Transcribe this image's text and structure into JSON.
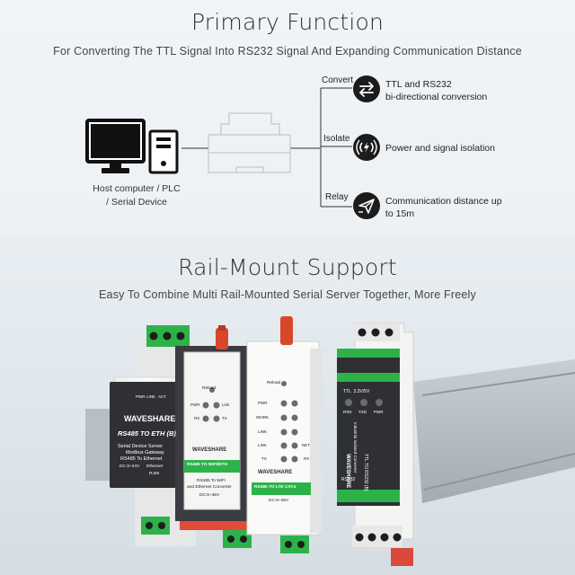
{
  "primary": {
    "title": "Primary Function",
    "subtitle": "For Converting The TTL Signal Into RS232 Signal And Expanding Communication Distance",
    "host_label_line1": "Host computer / PLC",
    "host_label_line2": "/ Serial Device",
    "branches": [
      {
        "label": "Convert",
        "icon": "bidirectional-arrows-icon",
        "text_line1": "TTL and RS232",
        "text_line2": "bi-directional conversion"
      },
      {
        "label": "Isolate",
        "icon": "isolation-signal-icon",
        "text_line1": "Power and signal isolation",
        "text_line2": ""
      },
      {
        "label": "Relay",
        "icon": "relay-send-icon",
        "text_line1": "Communication distance up",
        "text_line2": "to 15m"
      }
    ]
  },
  "rail": {
    "title": "Rail-Mount Support",
    "subtitle": "Easy To Combine Multi Rail-Mounted Serial Server Together, More Freely"
  },
  "devices": {
    "eth": {
      "brand": "WAVESHARE",
      "model": "RS485 TO ETH (B)",
      "line1": "Serial Device Server",
      "line2": "Modbus Gateway",
      "line3": "RS485 To Ethernet",
      "power": "DC 8~24V",
      "port": "Ethernet",
      "port2": "RJ45",
      "leds": [
        "PWR",
        "LINK",
        "ACT"
      ]
    },
    "wifi": {
      "brand": "WAVESHARE",
      "model": "RS485 TO WIFI/ETH",
      "reload": "Reload",
      "line1": "RS485 To WiFi",
      "line2": "and Ethernet Converter",
      "power": "DC:5~36V",
      "leds": [
        "PWR",
        "Link",
        "RX",
        "TX"
      ]
    },
    "lte": {
      "brand": "WAVESHARE",
      "model": "RS485 TO LTE CAT4",
      "reload": "Reload",
      "power": "DC:9~36V",
      "leds": [
        "PWR",
        "WORK",
        "LINK",
        "LINK",
        "TX",
        "RX"
      ],
      "net": "NET"
    },
    "ttl": {
      "brand": "WAVESHARE",
      "model": "TTL TO RS232 (B)",
      "desc": "Industrial Isolated Converter",
      "header": "TTL  3.3V/5V",
      "leds": [
        "RXD",
        "TXD",
        "PWR"
      ],
      "port": "RS232"
    }
  },
  "colors": {
    "terminal_green": "#2db24a",
    "antenna_red": "#d9472b",
    "device_white": "#f7f7f5",
    "dark_panel": "#2e3034",
    "rail_metal": "#a9b2b9"
  }
}
